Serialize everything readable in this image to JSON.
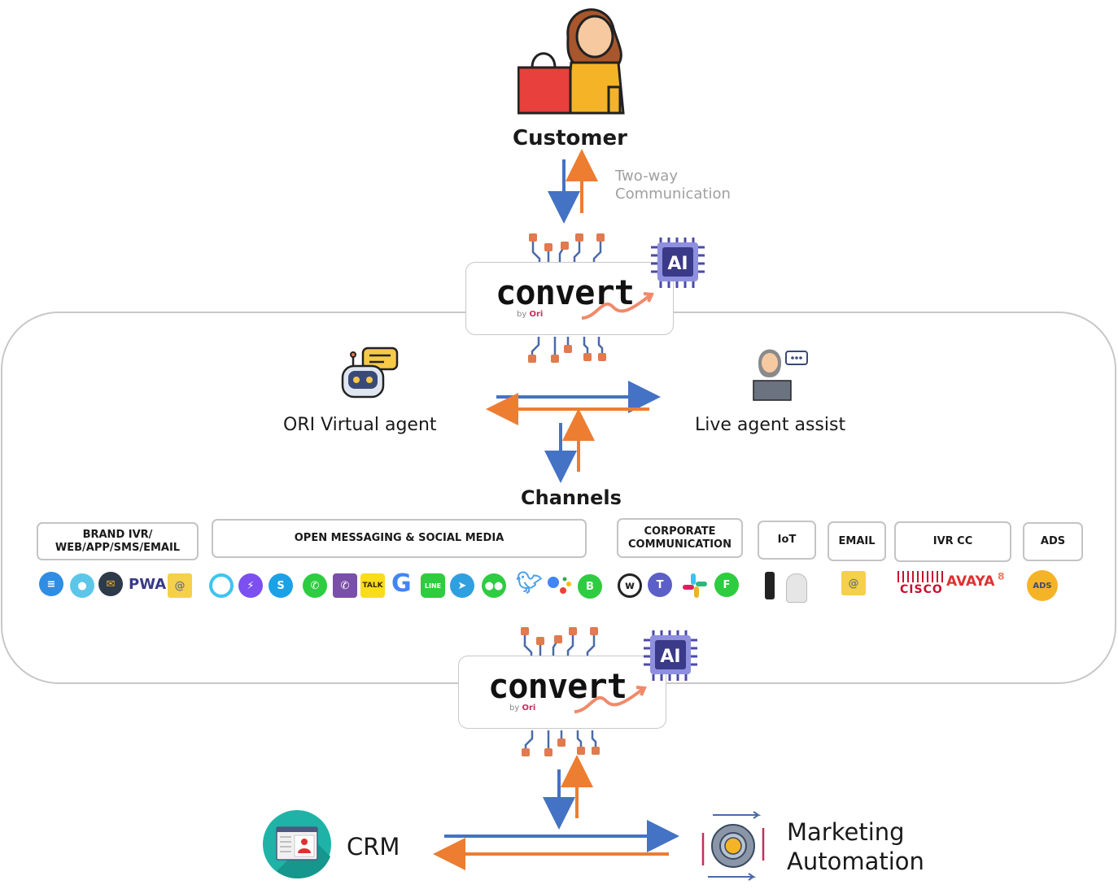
{
  "customer": {
    "label": "Customer"
  },
  "two_way": {
    "line1": "Two-way",
    "line2": "Communication"
  },
  "convert_top": {
    "word": "convert",
    "by": "by",
    "brand": "Ori",
    "chip": "AI"
  },
  "convert_bottom": {
    "word": "convert",
    "by": "by",
    "brand": "Ori",
    "chip": "AI"
  },
  "virtual_agent": {
    "label": "ORI Virtual agent"
  },
  "live_agent": {
    "label": "Live agent assist"
  },
  "channels": {
    "title": "Channels",
    "groups": [
      {
        "line1": "BRAND IVR/",
        "line2": "WEB/APP/SMS/EMAIL"
      },
      {
        "line1": "OPEN MESSAGING & SOCIAL MEDIA",
        "line2": ""
      },
      {
        "line1": "CORPORATE",
        "line2": "COMMUNICATION"
      },
      {
        "line1": "IoT",
        "line2": ""
      },
      {
        "line1": "EMAIL",
        "line2": ""
      },
      {
        "line1": "IVR CC",
        "line2": ""
      },
      {
        "line1": "ADS",
        "line2": ""
      }
    ],
    "logos": {
      "pwa": "PWA",
      "cisco": "CISCO",
      "avaya": "AVAYA",
      "talk": "TALK",
      "line": "LINE",
      "ads": "ADS"
    }
  },
  "crm": {
    "label": "CRM"
  },
  "marketing": {
    "line1": "Marketing",
    "line2": "Automation"
  },
  "colors": {
    "blue_arrow": "#4472c4",
    "orange_arrow": "#ed7d31"
  }
}
